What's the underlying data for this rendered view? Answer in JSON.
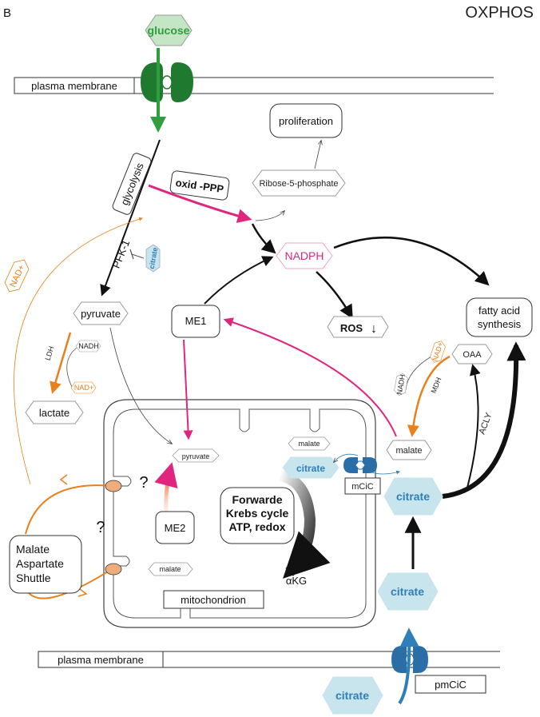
{
  "panel": {
    "letter": "B",
    "title": "OXPHOS"
  },
  "membranes": {
    "top_label": "plasma membrane",
    "bottom_label": "plasma membrane"
  },
  "nodes": {
    "glucose": "glucose",
    "glycolysis": "glycolysis",
    "oxid_ppp": "oxid -PPP",
    "ribose": "Ribose-5-phosphate",
    "proliferation": "proliferation",
    "nadph": "NADPH",
    "ros": "ROS",
    "ros_arrow": "↓",
    "fatty_acid_line1": "fatty acid",
    "fatty_acid_line2": "synthesis",
    "me1": "ME1",
    "pyruvate_cyto": "pyruvate",
    "pfk1": "PFK-1",
    "citrate_inhibitor": "citrate",
    "nad_plus_left": "NAD+",
    "ldh": "LDH",
    "nadh_ldh": "NADH",
    "nad_ldh": "NAD+",
    "lactate": "lactate",
    "oaa": "OAA",
    "nadh_mdh": "NADH",
    "nad_mdh": "NAD+",
    "mdh": "MDH",
    "malate_cyto": "malate",
    "acly": "ACLY",
    "citrate_cyto": "citrate",
    "citrate_mito": "citrate",
    "malate_mito": "malate",
    "mcic": "mCiC",
    "pyruvate_mito": "pyruvate",
    "question_1": "?",
    "question_2": "?",
    "me2": "ME2",
    "malate_mito_low": "malate",
    "krebs_line1": "Forwarde",
    "krebs_line2": "Krebs cycle",
    "krebs_line3": "ATP, redox",
    "akg": "αKG",
    "shuttle_line1": "Malate",
    "shuttle_line2": "Aspartate",
    "shuttle_line3": "Shuttle",
    "mitochondrion": "mitochondrion",
    "citrate_transit": "citrate",
    "citrate_outside": "citrate",
    "pmcic": "pmCiC"
  },
  "colors": {
    "glucose_green": "#2e9e3e",
    "glucose_fill": "#c5e6c5",
    "pink_flux": "#e0257f",
    "orange": "#e8811c",
    "citrate_blue": "#2f7fb8",
    "citrate_fill": "#c8e4ec",
    "transporter_green": "#1f7a2f",
    "transporter_blue": "#2a6ea8"
  },
  "icons": {
    "glucose_transporter": "channel-icon",
    "citrate_transporter": "channel-icon",
    "inhibition": "inhibition-bar-icon"
  }
}
